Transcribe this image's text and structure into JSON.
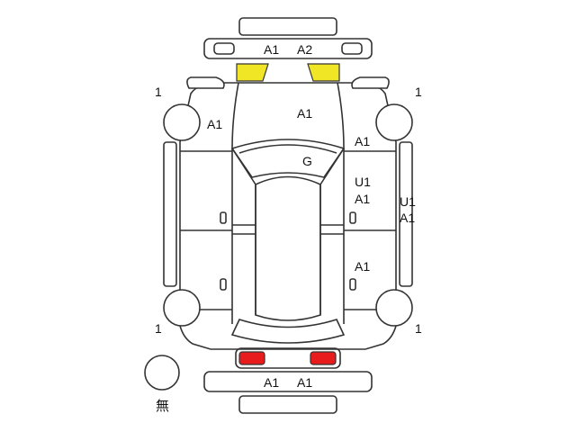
{
  "labels": {
    "front_bumper_left": "A1",
    "front_bumper_right": "A2",
    "hood": "A1",
    "front_fender_left": "A1",
    "windshield": "G",
    "front_fender_right": "A1",
    "front_door_right_1": "U1",
    "front_door_right_2": "A1",
    "rocker_right_1": "U1",
    "rocker_right_2": "A1",
    "rear_door_right": "A1",
    "rear_bumper_left": "A1",
    "rear_bumper_right": "A1",
    "wheel_front_left": "1",
    "wheel_front_right": "1",
    "wheel_rear_left": "1",
    "wheel_rear_right": "1",
    "spare_none": "無"
  },
  "colors": {
    "headlight": "#f0e626",
    "taillight": "#e81c1c",
    "outline": "#333333"
  }
}
